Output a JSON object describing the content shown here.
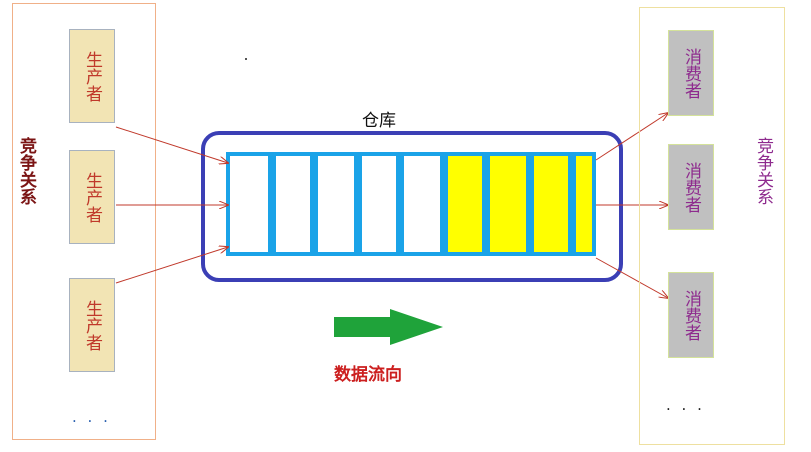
{
  "left_group": {
    "relation_label": "竞争关系",
    "producers": [
      {
        "label": "生产者"
      },
      {
        "label": "生产者"
      },
      {
        "label": "生产者"
      }
    ],
    "ellipsis": ". . ."
  },
  "warehouse": {
    "title": "仓库",
    "slots": [
      {
        "filled": false
      },
      {
        "filled": false
      },
      {
        "filled": false
      },
      {
        "filled": false
      },
      {
        "filled": false
      },
      {
        "filled": true
      },
      {
        "filled": true
      },
      {
        "filled": true
      },
      {
        "filled": true
      }
    ],
    "empty_color": "#ffffff",
    "filled_color": "#ffff00",
    "slot_border_color": "#1aa3e8",
    "border_color": "#3b3fb5"
  },
  "flow": {
    "label": "数据流向",
    "arrow_color": "#1fa33a"
  },
  "right_group": {
    "relation_label": "竞争关系",
    "consumers": [
      {
        "label": "消费者"
      },
      {
        "label": "消费者"
      },
      {
        "label": "消费者"
      }
    ],
    "ellipsis": ". . ."
  },
  "connector_color": "#c0392b"
}
